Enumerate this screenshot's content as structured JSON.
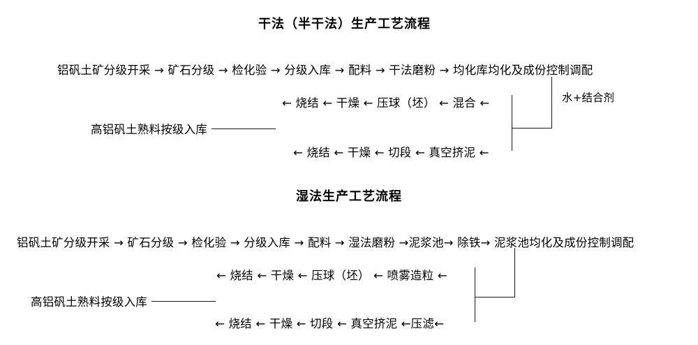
{
  "document": {
    "background_color": "#ffffff",
    "text_color": "#000000",
    "line_color": "#1a1a1a"
  },
  "dry_process": {
    "title": "干法（半干法）生产工艺流程",
    "row1": "铝矾土矿分级开采 → 矿石分级 → 检化验 → 分级入库 → 配料 → 干法磨粉 → 均化库均化及成份控制调配",
    "row2": "← 烧结 ← 干燥 ← 压球（坯） ← 混合 ←",
    "row3": "← 烧结 ← 干燥 ← 切段 ← 真空挤泥 ←",
    "side_note": "水+结合剂",
    "storage_label": "高铝矾土熟料按级入库"
  },
  "wet_process": {
    "title": "湿法生产工艺流程",
    "row1": "铝矾土矿分级开采 → 矿石分级 → 检化验 → 分级入库 → 配料 → 湿法磨粉 →泥浆池→ 除铁→ 泥浆池均化及成份控制调配",
    "row2": "← 烧结 ← 干燥 ← 压球（坯） ← 喷雾造粒 ←",
    "row3": "← 烧结 ← 干燥 ← 切段 ← 真空挤泥 ←压滤←",
    "storage_label": "高铝矾土熟料按级入库"
  }
}
